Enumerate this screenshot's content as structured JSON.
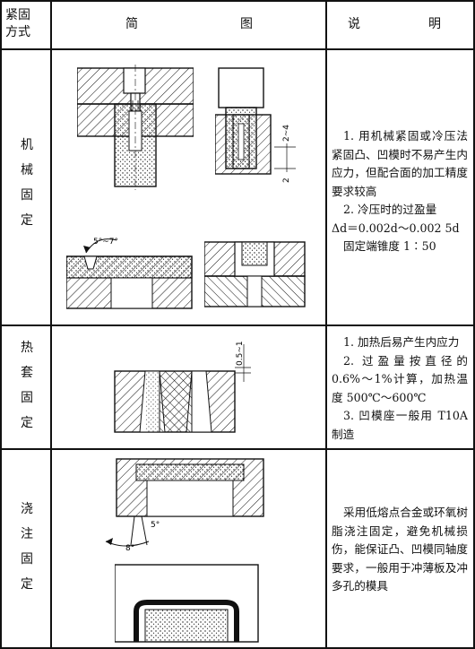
{
  "header": {
    "method_col": "紧固\n方式",
    "figure_col_1": "简",
    "figure_col_2": "图",
    "desc_col_1": "说",
    "desc_col_2": "明"
  },
  "rows": [
    {
      "method": [
        "机",
        "械",
        "固",
        "定"
      ],
      "desc": [
        "1. 用机械紧固或冷压法紧固凸、凹模时不易产生内应力，但配合面的加工精度要求较高",
        "2. 冷压时的过盈量",
        "Δd＝0.002d～0.002 5d",
        "固定端锥度 1∶50"
      ],
      "figure_labels": [
        "5°~7°",
        "2~4",
        "2"
      ]
    },
    {
      "method": [
        "热",
        "套",
        "固",
        "定"
      ],
      "desc": [
        "1. 加热后易产生内应力",
        "2. 过盈量按直径的 0.6%～1%计算，加热温度 500℃～600℃",
        "3. 凹模座一般用 T10A 制造"
      ],
      "figure_labels": [
        "0.5~1"
      ]
    },
    {
      "method": [
        "浇",
        "注",
        "固",
        "定"
      ],
      "desc": [
        "采用低熔点合金或环氧树脂浇注固定，避免机械损伤，能保证凸、凹模同轴度要求，一般用于冲薄板及冲多孔的模具"
      ],
      "figure_labels": [
        "5°",
        "8°"
      ]
    }
  ]
}
